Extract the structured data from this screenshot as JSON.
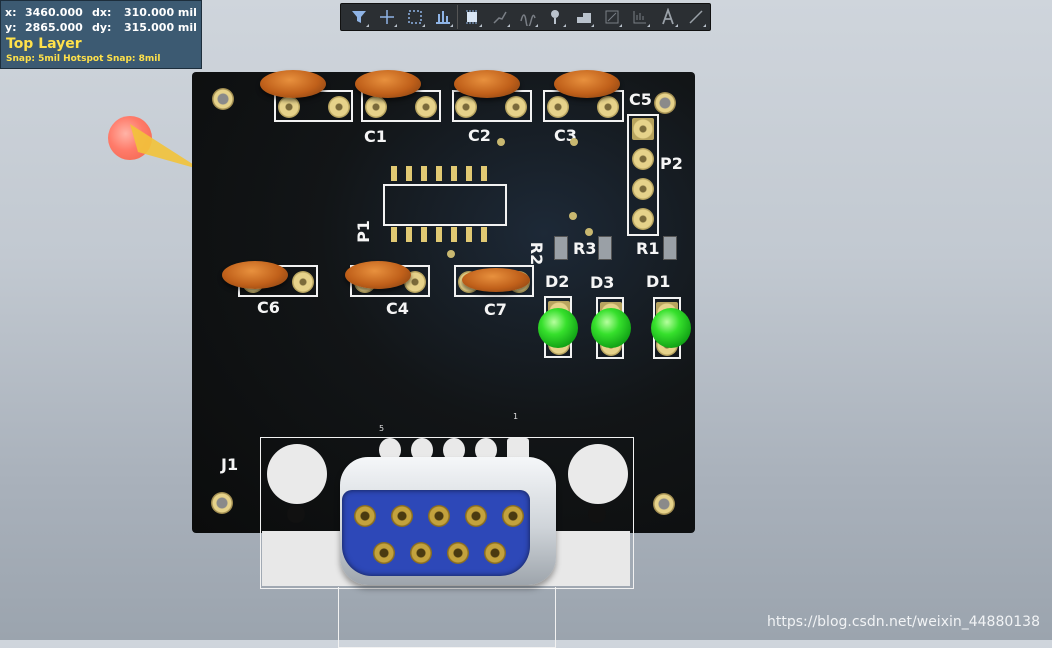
{
  "hud": {
    "x_label": "x:",
    "x_value": "3460.000",
    "dx_label": "dx:",
    "dx_value": "310.000 mil",
    "y_label": "y:",
    "y_value": "2865.000",
    "dy_label": "dy:",
    "dy_value": "315.000 mil",
    "layer": "Top Layer",
    "snap": "Snap: 5mil Hotspot Snap: 8mil"
  },
  "toolbar": {
    "buttons": [
      {
        "icon": "filter-icon"
      },
      {
        "icon": "crosshair-icon"
      },
      {
        "icon": "select-rect-icon"
      },
      {
        "icon": "align-icon"
      },
      {
        "icon": "component-icon"
      },
      {
        "icon": "route-icon"
      },
      {
        "icon": "interactive-route-icon"
      },
      {
        "icon": "pin-icon"
      },
      {
        "icon": "polygon-icon"
      },
      {
        "icon": "dimension-icon"
      },
      {
        "icon": "region-icon"
      },
      {
        "icon": "text-icon"
      },
      {
        "icon": "line-icon"
      }
    ]
  },
  "pcb": {
    "designators": {
      "C1": "C1",
      "C2": "C2",
      "C3": "C3",
      "C4": "C4",
      "C5": "C5",
      "C6": "C6",
      "C7": "C7",
      "P1": "P1",
      "P2": "P2",
      "R1": "R1",
      "R2": "R2",
      "R3": "R3",
      "D1": "D1",
      "D2": "D2",
      "D3": "D3",
      "J1": "J1"
    },
    "db9_pin_marks": {
      "left": "5",
      "right": "1"
    },
    "colors": {
      "board": "#111314",
      "silkscreen": "#f2f2f2",
      "pad": "#e6d28a",
      "capacitor": "#c0601a",
      "led": "#36e02c",
      "connector_face": "#2d48b8"
    }
  },
  "watermark": "https://blog.csdn.net/weixin_44880138"
}
